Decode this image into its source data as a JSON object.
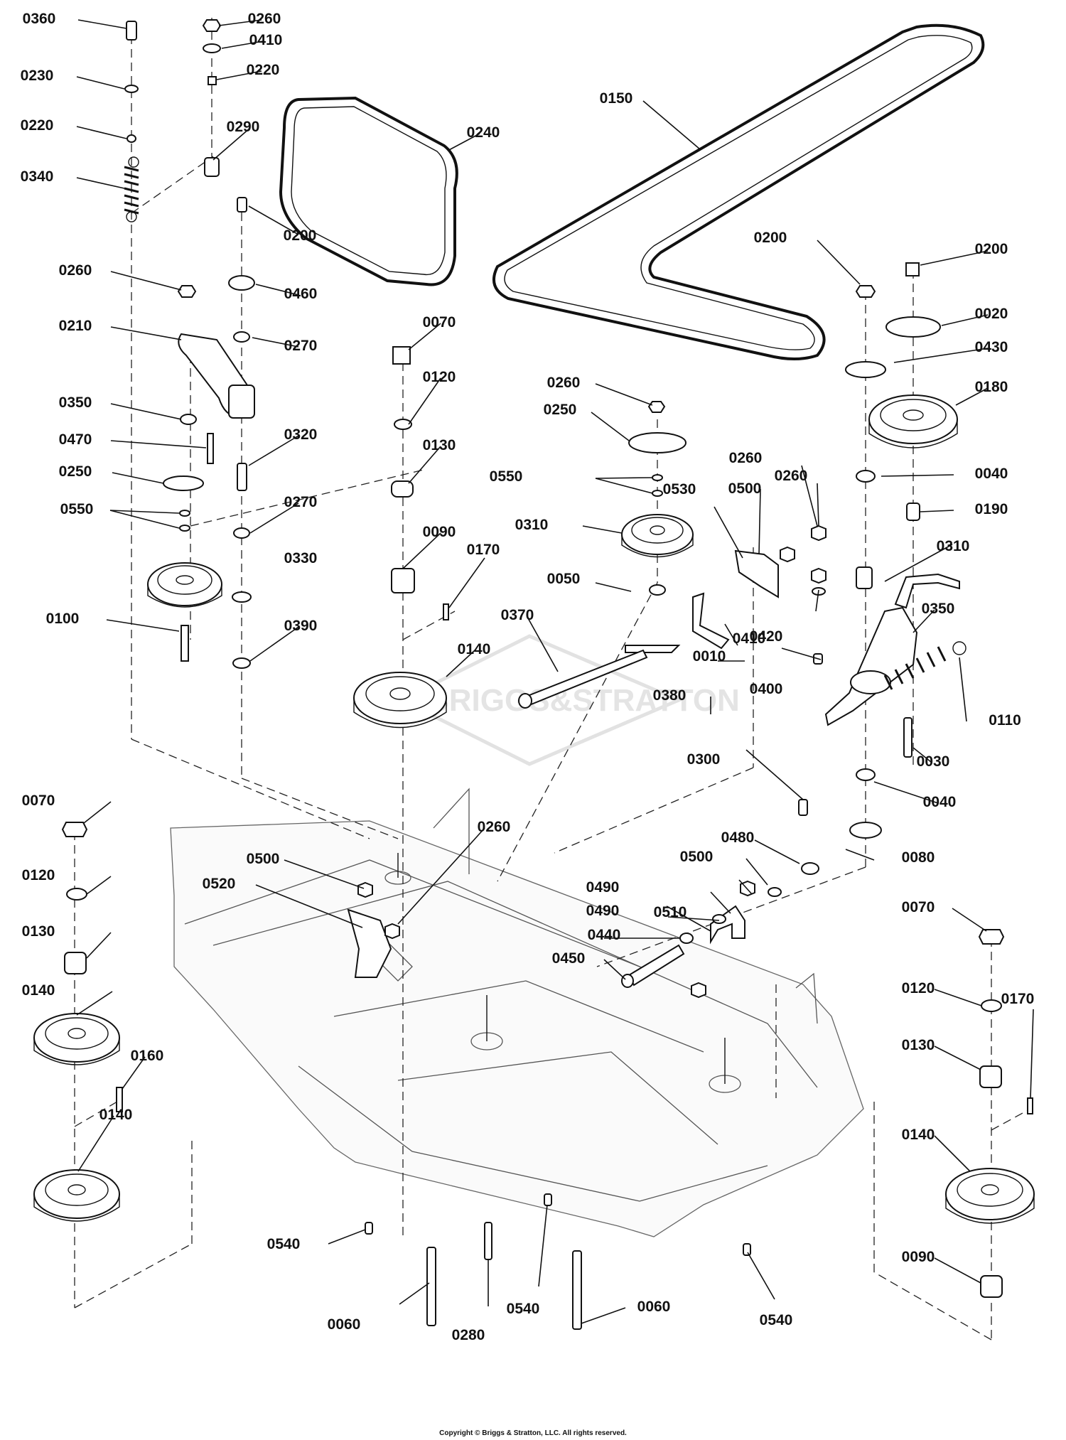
{
  "copyright": "Copyright © Briggs & Stratton, LLC. All rights reserved.",
  "watermark": "BRIGGS&STRATTON",
  "callouts": [
    {
      "text": "0360"
    },
    {
      "text": "0260"
    },
    {
      "text": "0410"
    },
    {
      "text": "0230"
    },
    {
      "text": "0220"
    },
    {
      "text": "0220"
    },
    {
      "text": "0340"
    },
    {
      "text": "0290"
    },
    {
      "text": "0240"
    },
    {
      "text": "0150"
    },
    {
      "text": "0200"
    },
    {
      "text": "0260"
    },
    {
      "text": "0460"
    },
    {
      "text": "0210"
    },
    {
      "text": "0270"
    },
    {
      "text": "0070"
    },
    {
      "text": "0200"
    },
    {
      "text": "0200"
    },
    {
      "text": "0020"
    },
    {
      "text": "0430"
    },
    {
      "text": "0350"
    },
    {
      "text": "0320"
    },
    {
      "text": "0120"
    },
    {
      "text": "0260"
    },
    {
      "text": "0180"
    },
    {
      "text": "0470"
    },
    {
      "text": "0250"
    },
    {
      "text": "0130"
    },
    {
      "text": "0250"
    },
    {
      "text": "0270"
    },
    {
      "text": "0550"
    },
    {
      "text": "0260"
    },
    {
      "text": "0260"
    },
    {
      "text": "0040"
    },
    {
      "text": "0550"
    },
    {
      "text": "0530"
    },
    {
      "text": "0500"
    },
    {
      "text": "0190"
    },
    {
      "text": "0310"
    },
    {
      "text": "0330"
    },
    {
      "text": "0090"
    },
    {
      "text": "0170"
    },
    {
      "text": "0310"
    },
    {
      "text": "0050"
    },
    {
      "text": "0350"
    },
    {
      "text": "0100"
    },
    {
      "text": "0390"
    },
    {
      "text": "0370"
    },
    {
      "text": "0420"
    },
    {
      "text": "0410"
    },
    {
      "text": "0140"
    },
    {
      "text": "0010"
    },
    {
      "text": "0400"
    },
    {
      "text": "0380"
    },
    {
      "text": "0110"
    },
    {
      "text": "0300"
    },
    {
      "text": "0030"
    },
    {
      "text": "0070"
    },
    {
      "text": "0040"
    },
    {
      "text": "0260"
    },
    {
      "text": "0480"
    },
    {
      "text": "0500"
    },
    {
      "text": "0490"
    },
    {
      "text": "0080"
    },
    {
      "text": "0520"
    },
    {
      "text": "0500"
    },
    {
      "text": "0120"
    },
    {
      "text": "0490"
    },
    {
      "text": "0510"
    },
    {
      "text": "0070"
    },
    {
      "text": "0440"
    },
    {
      "text": "0130"
    },
    {
      "text": "0450"
    },
    {
      "text": "0120"
    },
    {
      "text": "0140"
    },
    {
      "text": "0170"
    },
    {
      "text": "0130"
    },
    {
      "text": "0160"
    },
    {
      "text": "0140"
    },
    {
      "text": "0140"
    },
    {
      "text": "0090"
    },
    {
      "text": "0540"
    },
    {
      "text": "0060"
    },
    {
      "text": "0060"
    },
    {
      "text": "0540"
    },
    {
      "text": "0540"
    },
    {
      "text": "0280"
    }
  ]
}
